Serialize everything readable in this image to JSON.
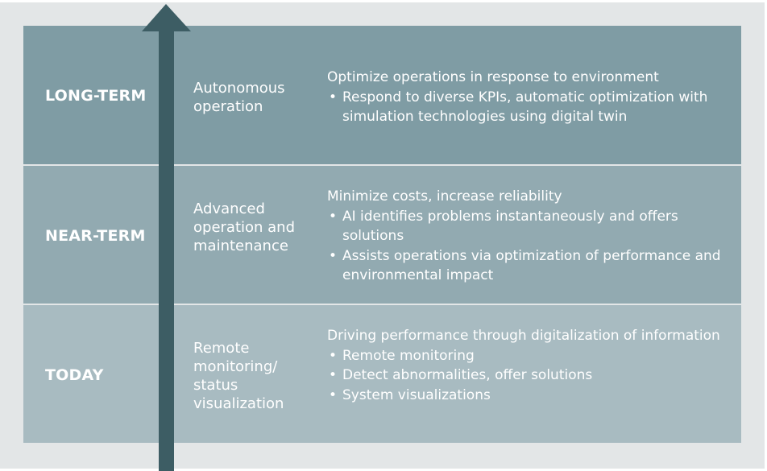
{
  "colors": {
    "background": "#e3e6e7",
    "long_term_band": "#7f9ca4",
    "near_term_band": "#92aab1",
    "today_band": "#a8bbc1",
    "arrow": "#3d5d64",
    "text": "#ffffff"
  },
  "rows": [
    {
      "term": "LONG-TERM",
      "stage": "Autonomous operation",
      "heading": "Optimize operations in response to environment",
      "bullets": [
        "Respond to diverse KPIs, automatic optimization with simulation technologies using digital twin"
      ]
    },
    {
      "term": "NEAR-TERM",
      "stage": "Advanced operation and maintenance",
      "heading": "Minimize costs, increase reliability",
      "bullets": [
        "AI identifies problems instantaneously and offers solutions",
        "Assists operations via optimization of performance and environmental impact"
      ]
    },
    {
      "term": "TODAY",
      "stage": "Remote monitoring/ status visualization",
      "heading": "Driving performance through digitalization of information",
      "bullets": [
        "Remote monitoring",
        "Detect abnormalities, offer solutions",
        "System visualizations"
      ]
    }
  ],
  "bullet_glyph": "•",
  "arrow_icon": "up-arrow"
}
